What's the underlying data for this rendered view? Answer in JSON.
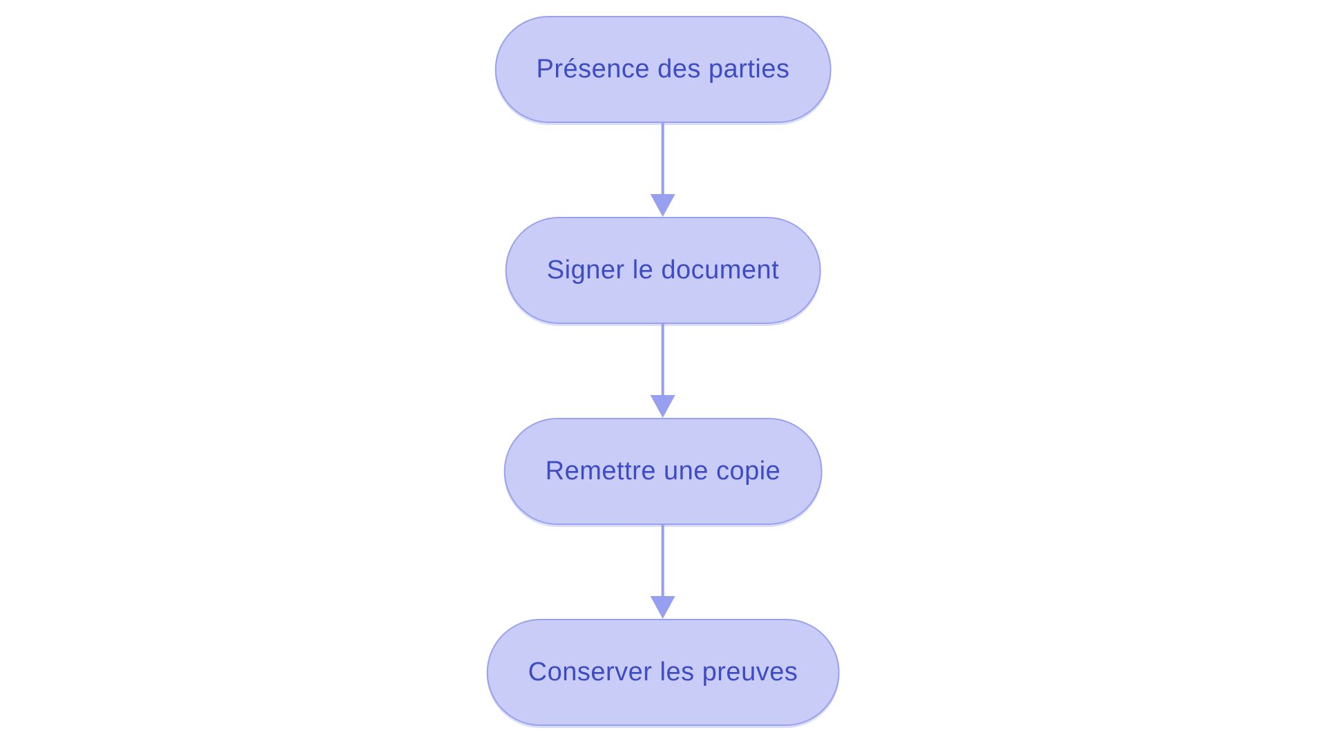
{
  "diagram": {
    "type": "flowchart",
    "direction": "top-down",
    "nodes": [
      {
        "id": "step-1",
        "label": "Présence des parties"
      },
      {
        "id": "step-2",
        "label": "Signer le document"
      },
      {
        "id": "step-3",
        "label": "Remettre une copie"
      },
      {
        "id": "step-4",
        "label": "Conserver les preuves"
      }
    ],
    "edges": [
      {
        "from": "step-1",
        "to": "step-2",
        "style": "arrow-down"
      },
      {
        "from": "step-2",
        "to": "step-3",
        "style": "arrow-down"
      },
      {
        "from": "step-3",
        "to": "step-4",
        "style": "arrow-down"
      }
    ],
    "colors": {
      "background": "#ffffff",
      "node_fill": "#c9ccf7",
      "node_border": "#98a1ee",
      "node_text": "#3d4bc5",
      "arrow": "#97a0f0"
    }
  }
}
